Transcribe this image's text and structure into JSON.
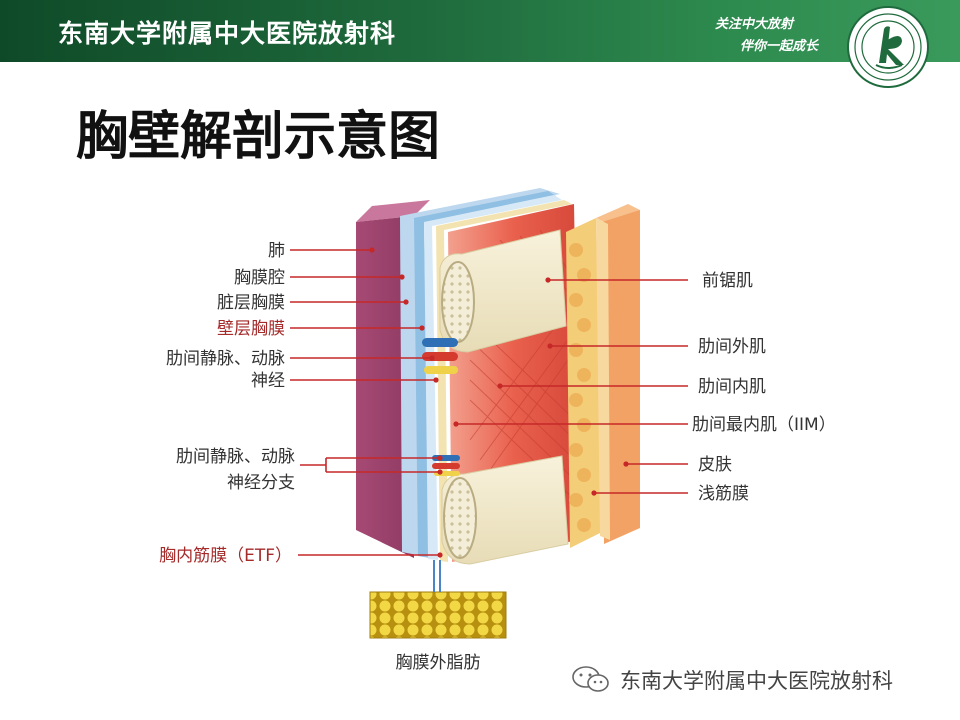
{
  "header": {
    "brand": "东南大学附属中大医院放射科",
    "slogan_line1": "关注中大放射",
    "slogan_line2": "伴你一起成长"
  },
  "title": "胸壁解剖示意图",
  "labels_left": [
    {
      "id": "lung",
      "text": "肺",
      "color": "#333333"
    },
    {
      "id": "pleural-cavity",
      "text": "胸膜腔",
      "color": "#333333"
    },
    {
      "id": "visceral-pleura",
      "text": "脏层胸膜",
      "color": "#333333"
    },
    {
      "id": "parietal-pleura",
      "text": "壁层胸膜",
      "color": "#a52a2a"
    },
    {
      "id": "intercostal-vessels-upper",
      "text": "肋间静脉、动脉",
      "color": "#333333"
    },
    {
      "id": "nerve-upper",
      "text": "神经",
      "color": "#333333"
    },
    {
      "id": "intercostal-vessels-lower",
      "text": "肋间静脉、动脉",
      "color": "#333333"
    },
    {
      "id": "nerve-branch",
      "text": "神经分支",
      "color": "#333333"
    },
    {
      "id": "etf",
      "text": "胸内筋膜（ETF）",
      "color": "#a52a2a"
    }
  ],
  "labels_right": [
    {
      "id": "serratus-anterior",
      "text": "前锯肌"
    },
    {
      "id": "external-intercostal",
      "text": "肋间外肌"
    },
    {
      "id": "internal-intercostal",
      "text": "肋间内肌"
    },
    {
      "id": "innermost-intercostal",
      "text": "肋间最内肌（IIM）"
    },
    {
      "id": "skin",
      "text": "皮肤"
    },
    {
      "id": "superficial-fascia",
      "text": "浅筋膜"
    }
  ],
  "label_bottom": "胸膜外脂肪",
  "footer": {
    "brand": "东南大学附属中大医院放射科",
    "icon": "wechat-icon"
  },
  "colors": {
    "header_green": "#1f6b3d",
    "leader_line": "#c62828",
    "lung": "#9b3f6a",
    "skin": "#f0a86a",
    "fascia": "#f6d48a",
    "muscle": "#e8624f",
    "rib": "#f3eccf",
    "fat": "#e8c832"
  }
}
